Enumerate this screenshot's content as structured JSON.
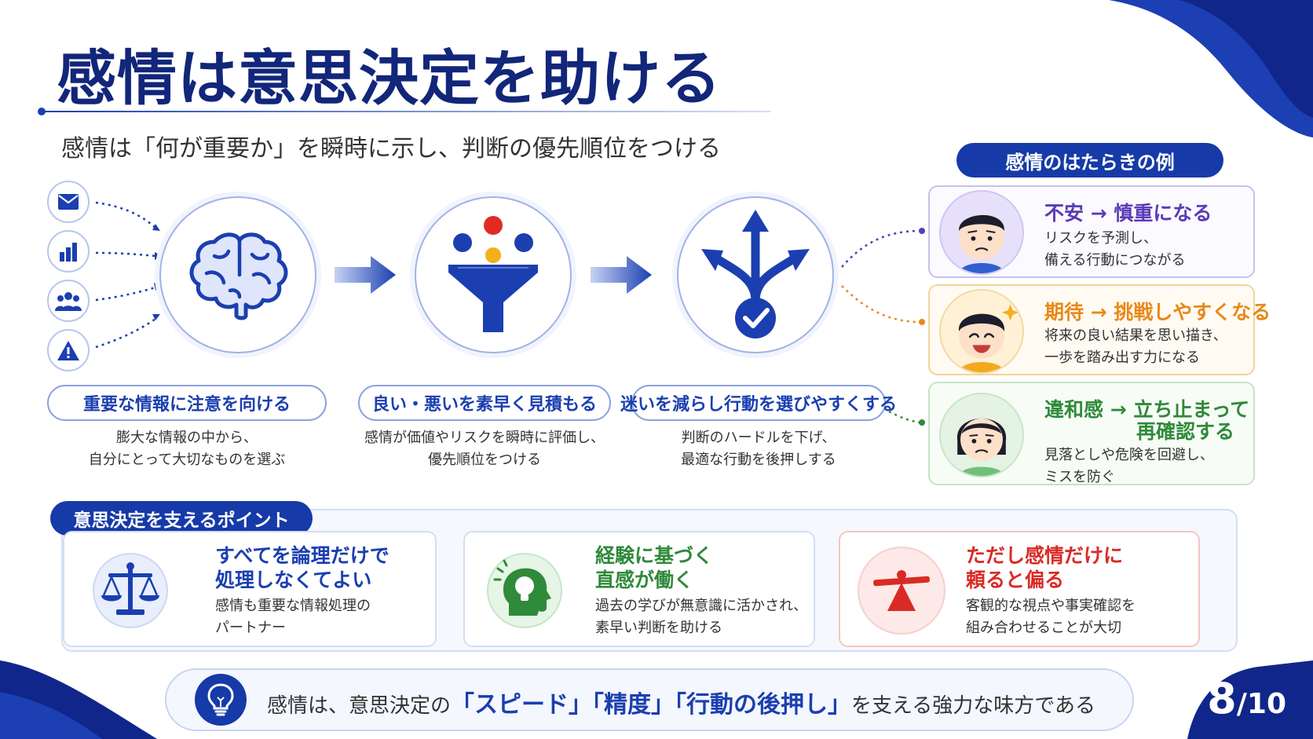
{
  "title": "感情は意思決定を助ける",
  "subtitle": "感情は「何が重要か」を瞬時に示し、判断の優先順位をつける",
  "inputs": {
    "icons": [
      "mail-icon",
      "bar-chart-icon",
      "people-icon",
      "warning-icon"
    ]
  },
  "steps": [
    {
      "icon": "brain-icon",
      "label": "重要な情報に注意を向ける",
      "desc1": "膨大な情報の中から、",
      "desc2": "自分にとって大切なものを選ぶ"
    },
    {
      "icon": "funnel-icon",
      "label": "良い・悪いを素早く見積もる",
      "desc1": "感情が価値やリスクを瞬時に評価し、",
      "desc2": "優先順位をつける"
    },
    {
      "icon": "branching-arrows-check-icon",
      "label": "迷いを減らし行動を選びやすくする",
      "desc1": "判断のハードルを下げ、",
      "desc2": "最適な行動を後押しする"
    }
  ],
  "examples": {
    "header": "感情のはたらきの例",
    "items": [
      {
        "title": "不安 → 慎重になる",
        "title2": "",
        "desc1": "リスクを予測し、",
        "desc2": "備える行動につながる",
        "color": "#5b3bb5"
      },
      {
        "title": "期待 → 挑戦しやすくなる",
        "title2": "",
        "desc1": "将来の良い結果を思い描き、",
        "desc2": "一歩を踏み出す力になる",
        "color": "#e8891a"
      },
      {
        "title": "違和感 → 立ち止まって",
        "title2": "再確認する",
        "desc1": "見落としや危険を回避し、",
        "desc2": "ミスを防ぐ",
        "color": "#2f8a3a"
      }
    ]
  },
  "points": {
    "header": "意思決定を支えるポイント",
    "items": [
      {
        "icon": "scale-icon",
        "title1": "すべてを論理だけで",
        "title2": "処理しなくてよい",
        "desc1": "感情も重要な情報処理の",
        "desc2": "パートナー",
        "color": "#1b3fb0"
      },
      {
        "icon": "head-lightbulb-icon",
        "title1": "経験に基づく",
        "title2": "直感が働く",
        "desc1": "過去の学びが無意識に活かされ、",
        "desc2": "素早い判断を助ける",
        "color": "#2f8a3a"
      },
      {
        "icon": "tilted-balance-icon",
        "title1": "ただし感情だけに",
        "title2": "頼ると偏る",
        "desc1": "客観的な視点や事実確認を",
        "desc2": "組み合わせることが大切",
        "color": "#d92b25"
      }
    ]
  },
  "bottom": {
    "icon": "lightbulb-icon",
    "pre": "感情は、意思決定の",
    "hl1": "「スピード」",
    "hl2": "「精度」",
    "hl3": "「行動の後押し」",
    "post": "を支える強力な味方である"
  },
  "page": {
    "current": "8",
    "total": "/10"
  },
  "colors": {
    "navy": "#12267a",
    "accent": "#1b3fb0",
    "purple": "#5b3bb5",
    "orange": "#e8891a",
    "green": "#2f8a3a",
    "red": "#d92b25"
  }
}
